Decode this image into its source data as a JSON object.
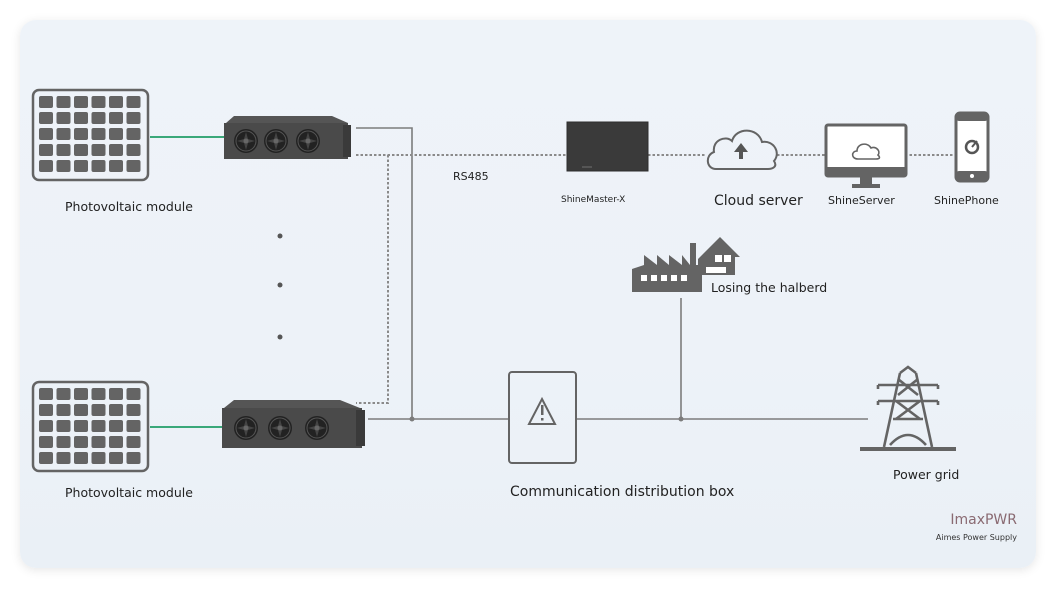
{
  "diagram": {
    "title": "PV monitoring & power distribution topology",
    "nodes": {
      "pv_module_top": "Photovoltaic module",
      "pv_module_bottom": "Photovoltaic module",
      "ellipsis": "⋮",
      "rs485": "RS485",
      "shinemaster": "ShineMaster-X",
      "cloud_server": "Cloud server",
      "shineserver": "ShineServer",
      "shinephone": "ShinePhone",
      "load": "Losing the halberd",
      "distribution_box": "Communication distribution box",
      "power_grid": "Power grid"
    },
    "colors": {
      "icon_gray": "#646464",
      "line_gray": "#7c7c7c",
      "dc_green": "#3aa87a",
      "device_dark": "#3a3a3a"
    },
    "edges": [
      {
        "from": "pv_module_top",
        "to": "inverter_top",
        "type": "dc-power"
      },
      {
        "from": "pv_module_bottom",
        "to": "inverter_bottom",
        "type": "dc-power"
      },
      {
        "from": "inverter_top",
        "to": "shinemaster",
        "type": "rs485-dotted"
      },
      {
        "from": "inverter_bottom",
        "to": "shinemaster",
        "type": "rs485-dotted"
      },
      {
        "from": "shinemaster",
        "to": "cloud_server",
        "type": "data-dotted"
      },
      {
        "from": "cloud_server",
        "to": "shineserver",
        "type": "data-dotted"
      },
      {
        "from": "shineserver",
        "to": "shinephone",
        "type": "data-dotted"
      },
      {
        "from": "inverter_top",
        "to": "distribution_box",
        "type": "ac-power"
      },
      {
        "from": "inverter_bottom",
        "to": "distribution_box",
        "type": "ac-power"
      },
      {
        "from": "distribution_box",
        "to": "power_grid",
        "type": "ac-power"
      },
      {
        "from": "load",
        "to": "ac_bus",
        "type": "ac-power"
      }
    ]
  },
  "watermark": {
    "brand": "ImaxPWR",
    "subtitle": "Aimes Power Supply"
  }
}
